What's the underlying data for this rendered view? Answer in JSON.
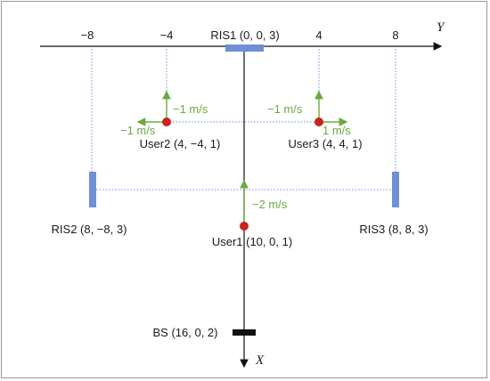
{
  "axes": {
    "y_label": "Y",
    "x_label": "X",
    "y_ticks": [
      "−8",
      "−4",
      "4",
      "8"
    ]
  },
  "ris": {
    "ris1": "RIS1 (0, 0, 3)",
    "ris2": "RIS2 (8, −8, 3)",
    "ris3": "RIS3 (8, 8, 3)"
  },
  "users": {
    "user1": "User1 (10, 0, 1)",
    "user2": "User2 (4, −4, 1)",
    "user3": "User3 (4, 4, 1)"
  },
  "bs": "BS (16, 0, 2)",
  "velocities": {
    "user1_x": "−2 m/s",
    "user2_x": "−1 m/s",
    "user2_y": "−1 m/s",
    "user3_x": "−1 m/s",
    "user3_y": "1 m/s"
  },
  "colors": {
    "ris": "#6f8fd6",
    "user": "#c8231f",
    "velocity": "#6aaa3f",
    "bs": "#111111",
    "guide": "#6f8fd6"
  }
}
